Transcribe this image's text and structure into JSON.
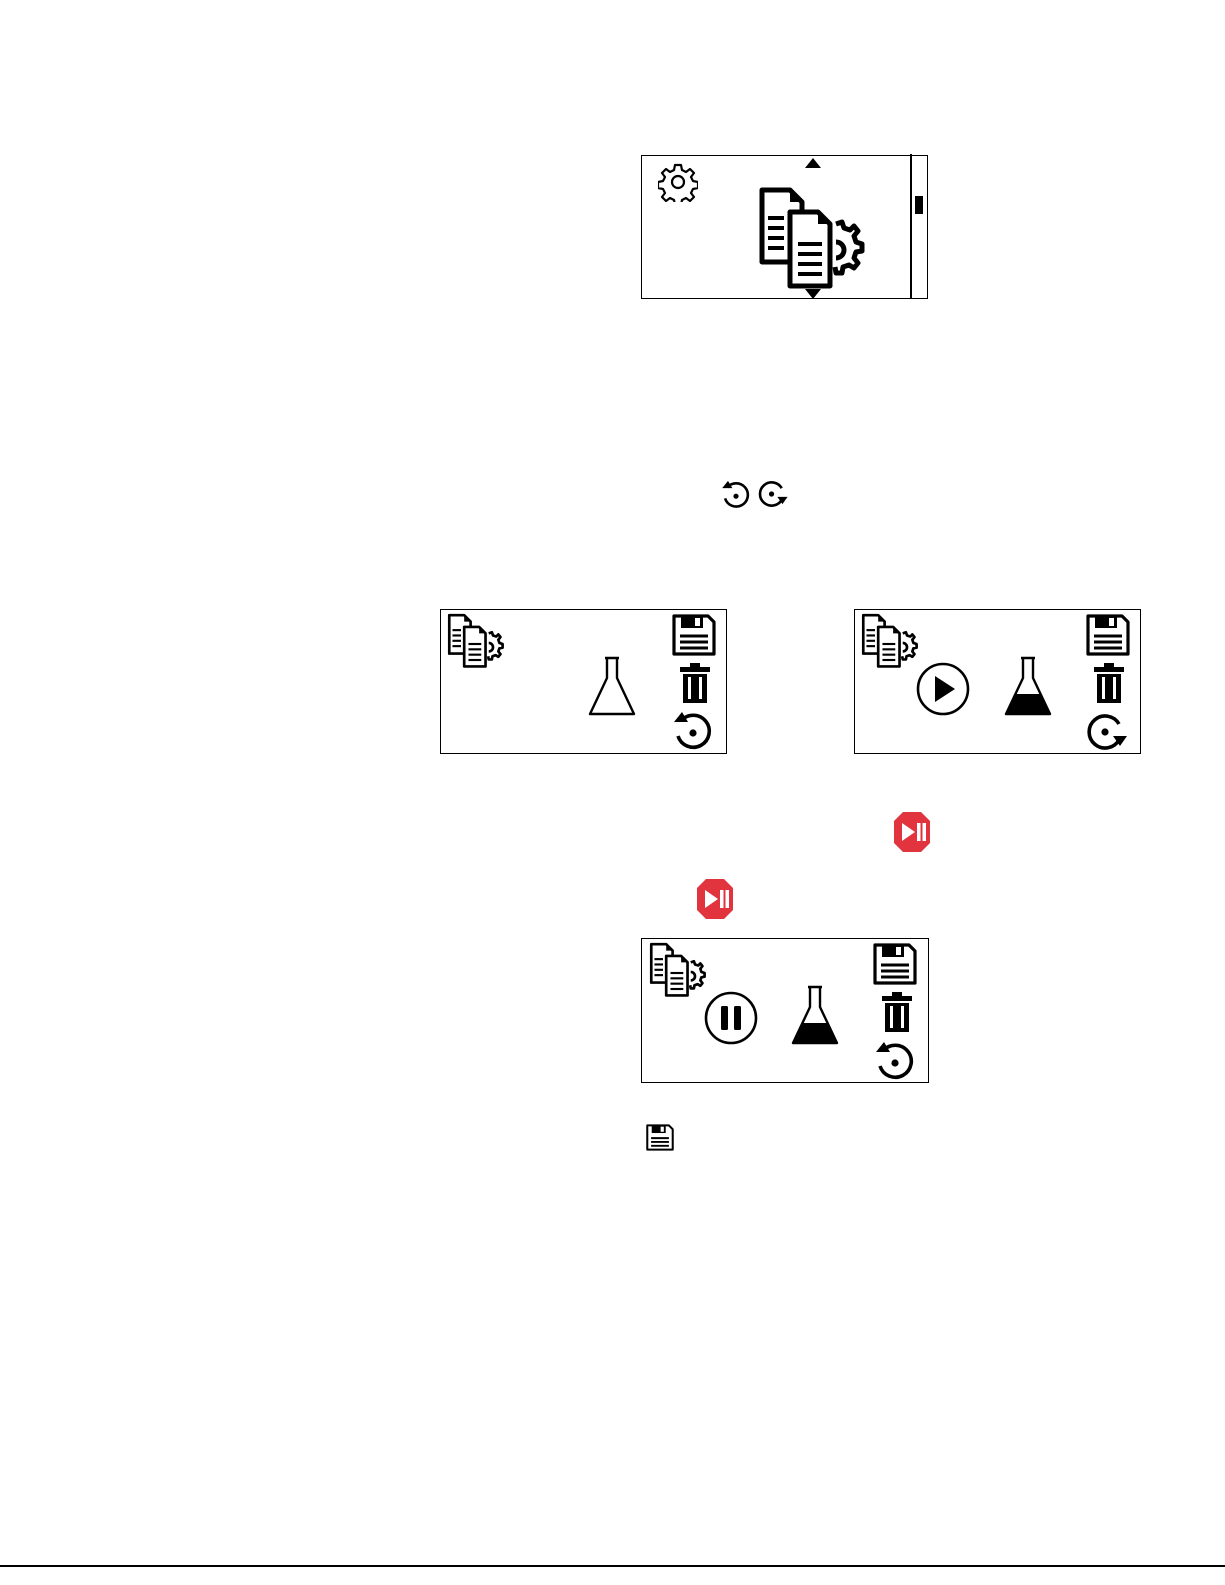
{
  "colors": {
    "lcd_ink": "#000000",
    "lcd_background": "#ffffff",
    "button_red": "#e1343f",
    "button_glyph": "#ffffff"
  },
  "screens": [
    {
      "id": "settings-menu-screen",
      "icons": [
        "gear-icon",
        "scroll-up-arrow-icon",
        "copy-settings-icon",
        "scroll-down-arrow-icon",
        "scrollbar"
      ],
      "scrollbar": {
        "position_fraction": 0.3
      }
    },
    {
      "id": "copy-screen-flask-empty",
      "icons": [
        "copy-settings-icon",
        "save-icon",
        "flask-empty-icon",
        "delete-icon",
        "rotate-ccw-icon"
      ]
    },
    {
      "id": "copy-screen-running",
      "icons": [
        "copy-settings-icon",
        "save-icon",
        "play-icon",
        "flask-filled-icon",
        "delete-icon",
        "rotate-cw-icon"
      ]
    },
    {
      "id": "copy-screen-paused",
      "icons": [
        "copy-settings-icon",
        "save-icon",
        "pause-icon",
        "flask-filled-icon",
        "delete-icon",
        "rotate-ccw-icon"
      ]
    }
  ],
  "inline_icons": [
    "rotate-ccw-icon",
    "rotate-cw-icon",
    "play-pause-button-icon",
    "play-pause-button-icon",
    "save-icon"
  ]
}
